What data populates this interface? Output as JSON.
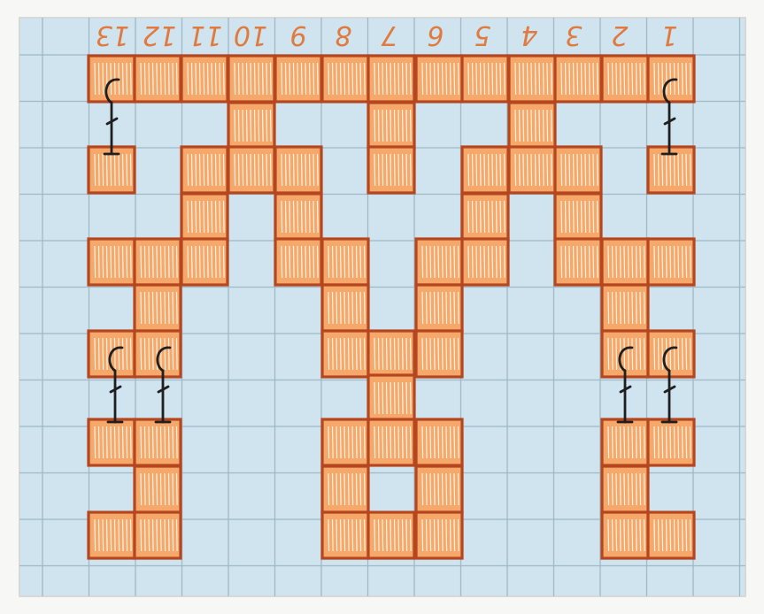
{
  "page": {
    "column_numbers": [
      "13",
      "12",
      "11",
      "10",
      "9",
      "8",
      "7",
      "6",
      "5",
      "4",
      "3",
      "2",
      "1"
    ]
  },
  "colors": {
    "paper": "#cfe4ee",
    "grid_line": "#9fb9c7",
    "cell_fill": "#f6a86a",
    "cell_outline": "#b5461f",
    "number_ink": "#e07a3f",
    "clip_ink": "#1f1f1f"
  },
  "icons": [
    "hanger-clip-icon"
  ]
}
